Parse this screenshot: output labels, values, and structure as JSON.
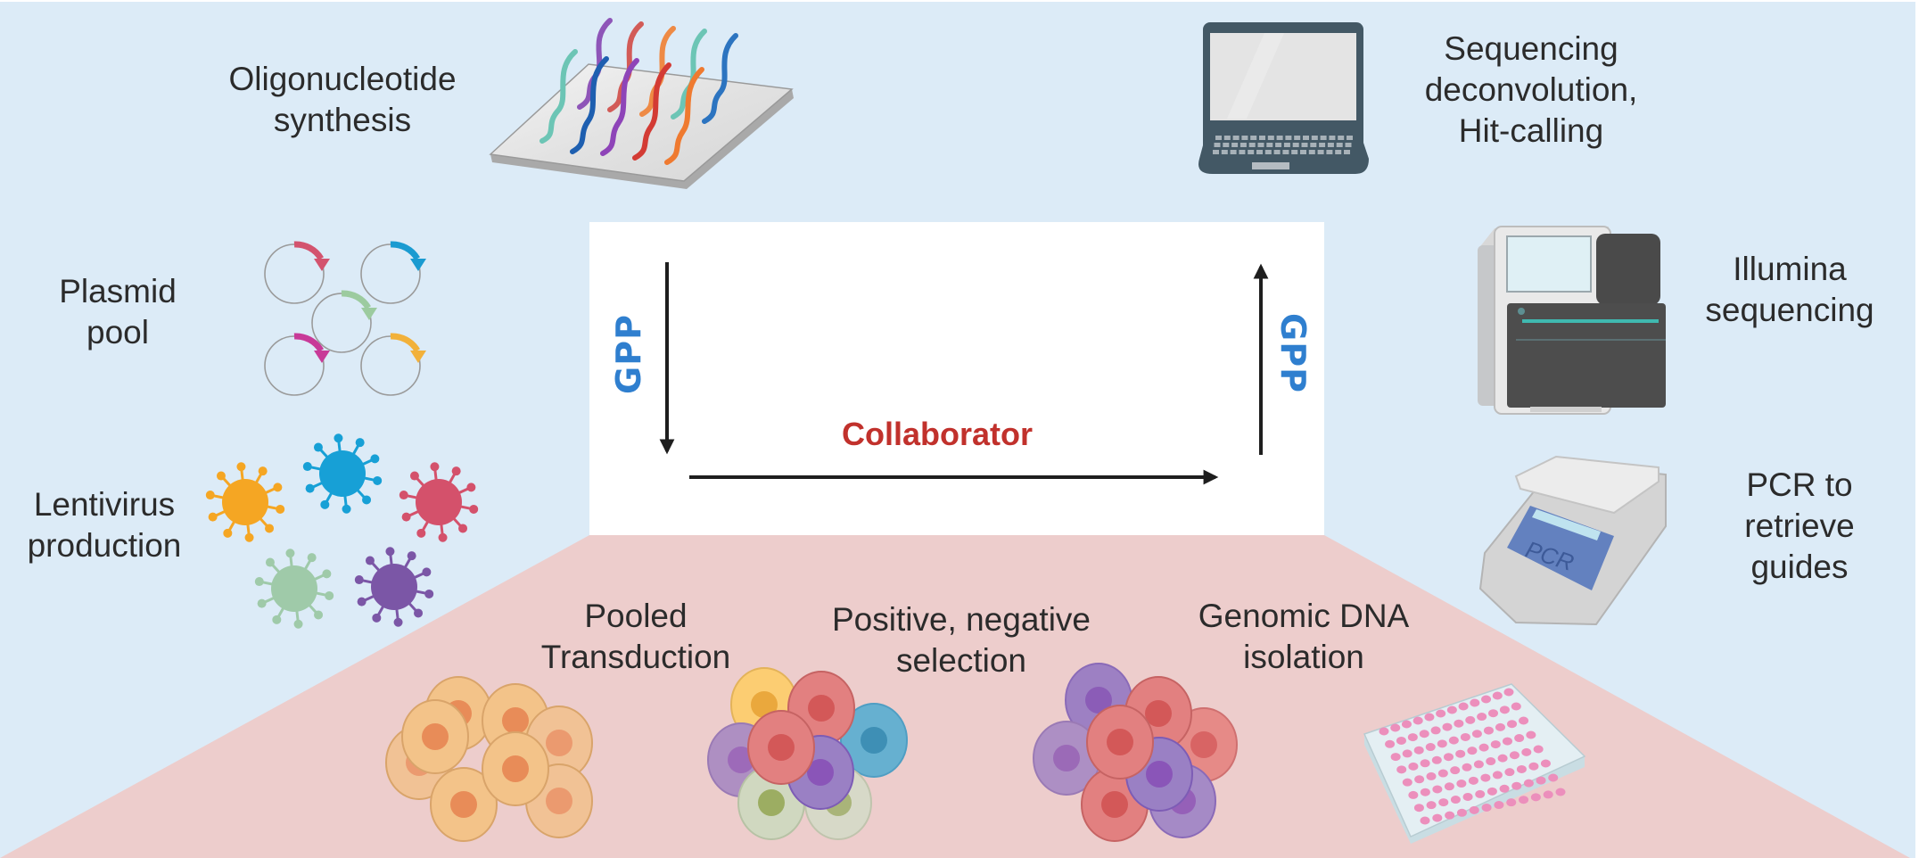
{
  "colors": {
    "background": "#dcebf7",
    "collaborator_zone": "#edcdcc",
    "center_panel": "#ffffff",
    "gpp_text": "#2f7fcf",
    "collaborator_text": "#c1312c",
    "arrow": "#1e1e1e"
  },
  "center": {
    "left_owner": "GPP",
    "bottom_owner": "Collaborator",
    "right_owner": "GPP"
  },
  "steps": {
    "oligo": {
      "lines": [
        "Oligonucleotide",
        "synthesis"
      ],
      "icon": "oligo-array-slide-icon"
    },
    "plasmid": {
      "lines": [
        "Plasmid",
        "pool"
      ],
      "icon": "plasmid-pool-icon"
    },
    "lentivirus": {
      "lines": [
        "Lentivirus",
        "production"
      ],
      "icon": "lentivirus-icon"
    },
    "transduction": {
      "lines": [
        "Pooled",
        "Transduction"
      ],
      "icon": "cell-cluster-icon"
    },
    "selection": {
      "lines": [
        "Positive, negative",
        "selection"
      ],
      "icon": "selected-cells-icon"
    },
    "gdna": {
      "lines": [
        "Genomic DNA",
        "isolation"
      ],
      "icon": "well-plate-icon"
    },
    "pcr": {
      "lines": [
        "PCR to",
        "retrieve",
        "guides"
      ],
      "icon": "pcr-machine-icon",
      "device_text": "PCR"
    },
    "illumina": {
      "lines": [
        "Illumina",
        "sequencing"
      ],
      "icon": "sequencer-icon"
    },
    "deconv": {
      "lines": [
        "Sequencing",
        "deconvolution,",
        "Hit-calling"
      ],
      "icon": "laptop-icon"
    }
  }
}
